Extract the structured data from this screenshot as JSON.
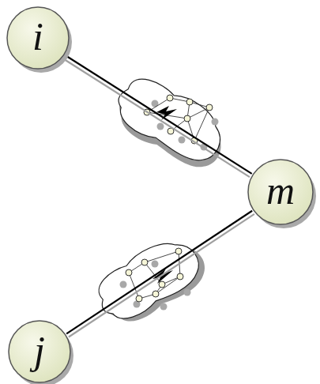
{
  "diagram": {
    "nodes": [
      {
        "text": [
          "i"
        ]
      },
      {
        "text": [
          "m"
        ]
      },
      {
        "text": [
          "j"
        ]
      }
    ],
    "edges": [
      {
        "from": 0,
        "to": 1,
        "arrow": "none"
      },
      {
        "from": 1,
        "to": 2,
        "arrow": "none"
      }
    ]
  }
}
